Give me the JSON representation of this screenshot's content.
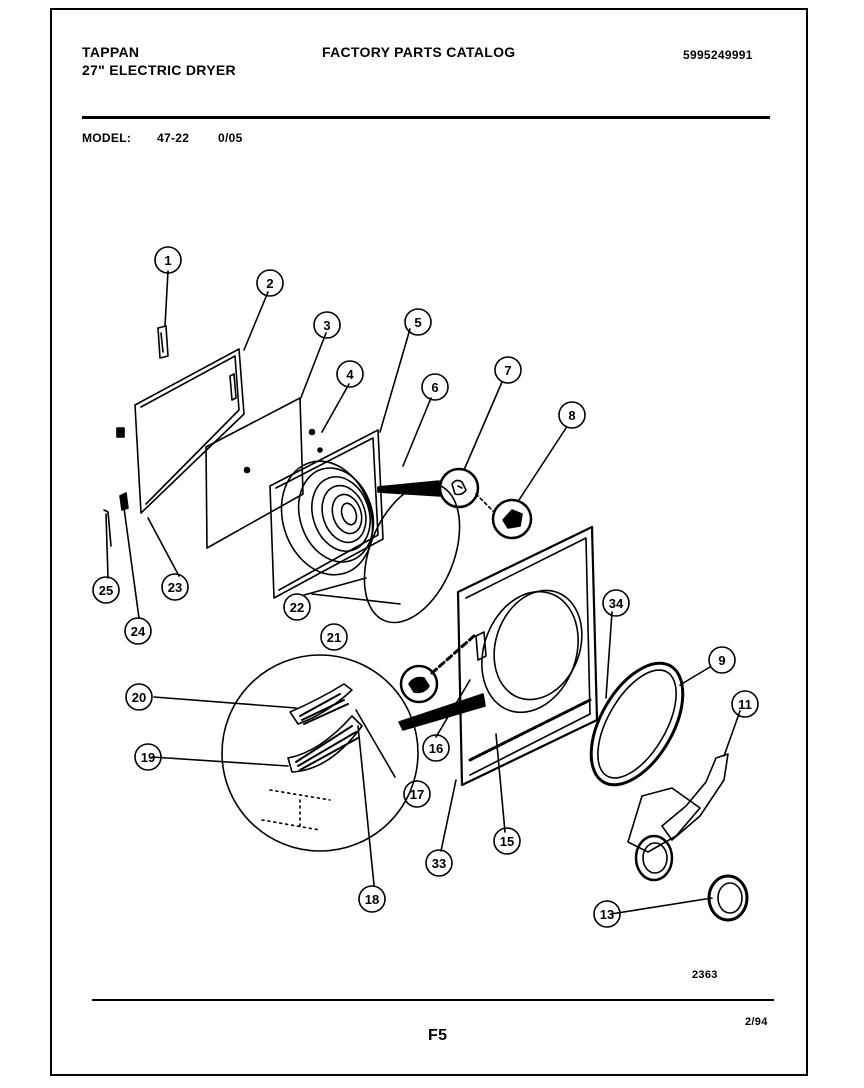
{
  "header": {
    "brand": "TAPPAN",
    "product": "27\" ELECTRIC DRYER",
    "catalog_title": "FACTORY PARTS CATALOG",
    "part_number": "5995249991"
  },
  "model": {
    "label": "MODEL:",
    "value": "47-22",
    "suffix": "0/05"
  },
  "diagram": {
    "drawing_number": "2363",
    "callouts": [
      "1",
      "2",
      "3",
      "4",
      "5",
      "6",
      "7",
      "8",
      "9",
      "11",
      "13",
      "15",
      "16",
      "17",
      "18",
      "19",
      "20",
      "21",
      "22",
      "23",
      "24",
      "25",
      "33",
      "34"
    ]
  },
  "footer": {
    "page": "F5",
    "date_code": "2/94"
  }
}
